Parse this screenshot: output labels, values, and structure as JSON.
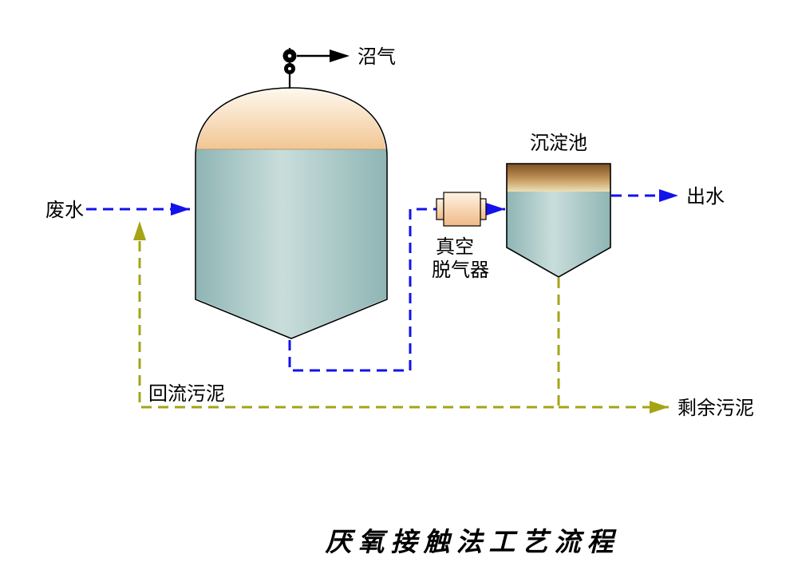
{
  "title": "厌氧接触法工艺流程",
  "labels": {
    "biogas": "沼气",
    "influent": "废水",
    "settling_tank": "沉淀池",
    "degasser_line1": "真空",
    "degasser_line2": "脱气器",
    "effluent": "出水",
    "return_sludge": "回流污泥",
    "excess_sludge": "剩余污泥"
  },
  "colors": {
    "flow_line": "#1212ea",
    "sludge_line": "#a5a417",
    "outline": "#000000",
    "surface_line": "#b59b76",
    "dome_top": "#fef8ee",
    "dome_bottom": "#f2c693",
    "liquid_edge": "#8fb5b5",
    "liquid_center": "#c9dedb",
    "settler_band_top": "#7e5120",
    "settler_band_mid": "#bb8f55",
    "settler_band_bottom": "#efe0b4",
    "degasser_top": "#fff3e4",
    "degasser_bottom": "#efb985"
  }
}
